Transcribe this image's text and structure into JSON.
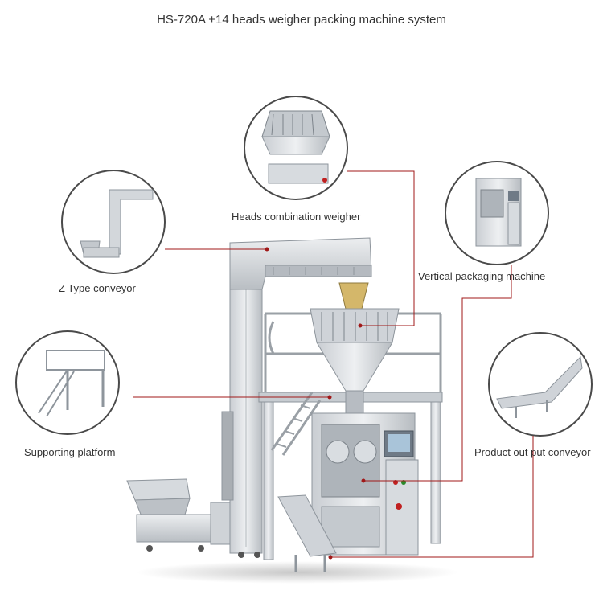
{
  "title": "HS-720A +14 heads weigher packing machine system",
  "callouts": {
    "z_conveyor": "Z Type conveyor",
    "heads_weigher": "Heads combination weigher",
    "vertical_packaging": "Vertical packaging machine",
    "supporting_platform": "Supporting platform",
    "output_conveyor": "Product out put  conveyor"
  },
  "colors": {
    "leader_line": "#a01818",
    "circle_border": "#4a4a4a",
    "steel_light": "#e4e7ea",
    "steel_mid": "#c4c9ce",
    "steel_dark": "#8e959c",
    "text": "#333333"
  }
}
